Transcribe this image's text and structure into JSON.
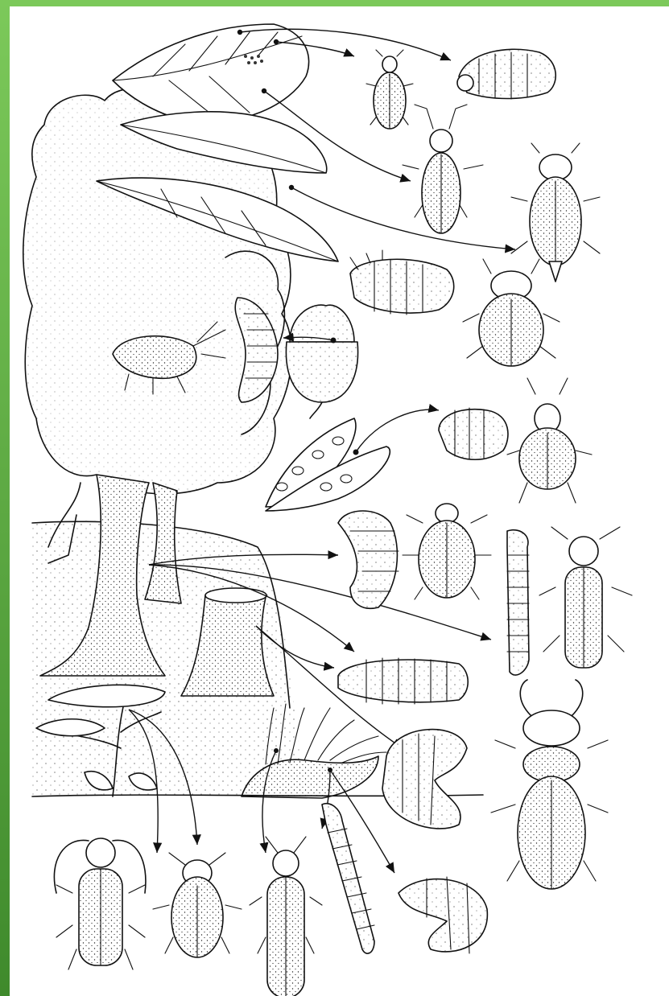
{
  "frame": {
    "accent": "#63b745",
    "border_color_top": "#7cc95a",
    "border_color_bottom": "#3f8a2c"
  },
  "scene": {
    "elements": [
      "tree-canopy",
      "tree-trunk",
      "tree-stump",
      "leaves",
      "acorn",
      "seed-pods",
      "small-tree",
      "grass-tuft",
      "ground-line"
    ],
    "icons": [
      "weevil-icon",
      "grub-icon",
      "beetle-icon",
      "larva-icon",
      "stag-beetle-icon",
      "wireworm-icon",
      "longhorn-beetle-icon",
      "click-beetle-icon"
    ]
  }
}
